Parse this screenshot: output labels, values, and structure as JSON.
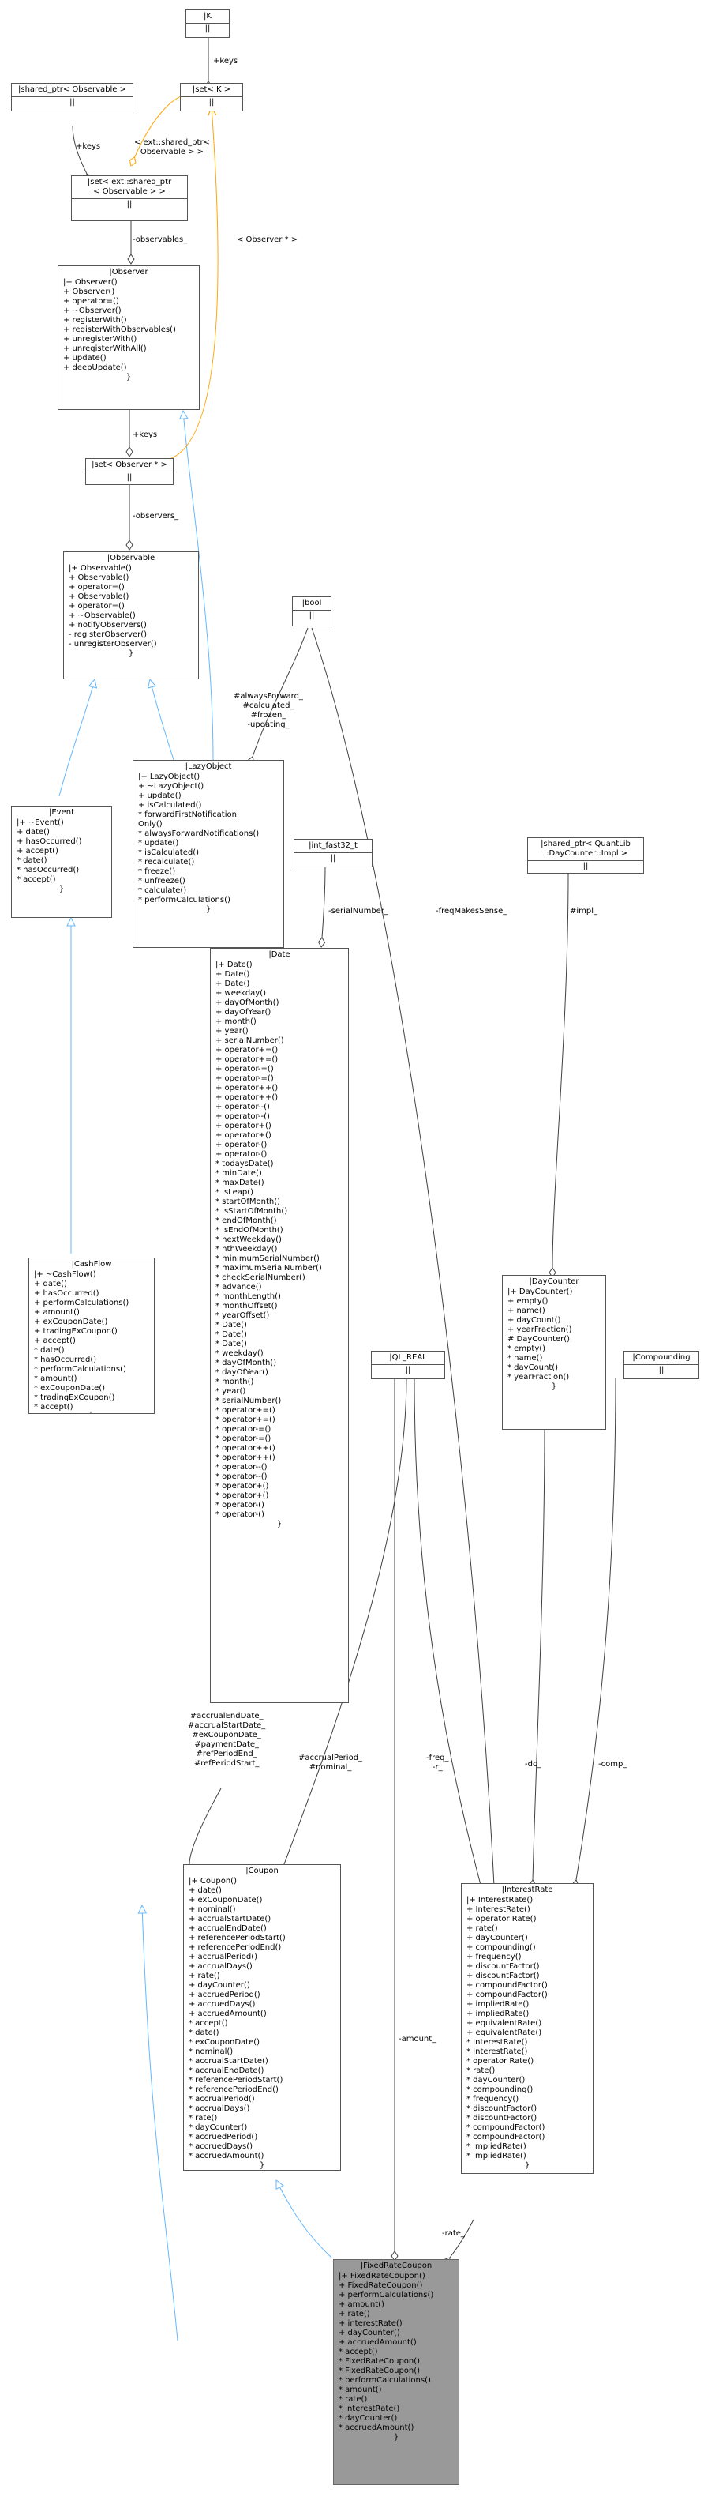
{
  "nodes": {
    "k": {
      "title": "|K",
      "members": []
    },
    "set_k": {
      "title": "|set< K >",
      "members": []
    },
    "sp_observable": {
      "title": "|shared_ptr< Observable >",
      "members": []
    },
    "set_ext_sp": {
      "title": "|set< ext::shared_ptr\n< Observable > >",
      "members": []
    },
    "observer": {
      "title": "|Observer",
      "members": [
        "|+ Observer()",
        "+ Observer()",
        "+ operator=()",
        "+ ~Observer()",
        "+ registerWith()",
        "+ registerWithObservables()",
        "+ unregisterWith()",
        "+ unregisterWithAll()",
        "+ update()",
        "+ deepUpdate()"
      ]
    },
    "set_observer_ptr": {
      "title": "|set< Observer * >",
      "members": []
    },
    "observable": {
      "title": "|Observable",
      "members": [
        "|+ Observable()",
        "+ Observable()",
        "+ operator=()",
        "+ Observable()",
        "+ operator=()",
        "+ ~Observable()",
        "+ notifyObservers()",
        "- registerObserver()",
        "- unregisterObserver()"
      ]
    },
    "bool": {
      "title": "|bool",
      "members": []
    },
    "event": {
      "title": "|Event",
      "members": [
        "|+ ~Event()",
        "+ date()",
        "+ hasOccurred()",
        "+ accept()",
        "* date()",
        "* hasOccurred()",
        "* accept()"
      ]
    },
    "lazyobject": {
      "title": "|LazyObject",
      "members": [
        "|+ LazyObject()",
        "+ ~LazyObject()",
        "+ update()",
        "+ isCalculated()",
        "* forwardFirstNotification",
        "Only()",
        "* alwaysForwardNotifications()",
        "* update()",
        "* isCalculated()",
        "* recalculate()",
        "* freeze()",
        "* unfreeze()",
        "* calculate()",
        "* performCalculations()"
      ]
    },
    "int_fast32": {
      "title": "|int_fast32_t",
      "members": []
    },
    "sp_daycounter_impl": {
      "title": "|shared_ptr< QuantLib\n::DayCounter::Impl >",
      "members": []
    },
    "date": {
      "title": "|Date",
      "members": [
        "|+ Date()",
        "+ Date()",
        "+ Date()",
        "+ weekday()",
        "+ dayOfMonth()",
        "+ dayOfYear()",
        "+ month()",
        "+ year()",
        "+ serialNumber()",
        "+ operator+=()",
        "+ operator+=()",
        "+ operator-=()",
        "+ operator-=()",
        "+ operator++()",
        "+ operator++()",
        "+ operator--()",
        "+ operator--()",
        "+ operator+()",
        "+ operator+()",
        "+ operator-()",
        "+ operator-()",
        "* todaysDate()",
        "* minDate()",
        "* maxDate()",
        "* isLeap()",
        "* startOfMonth()",
        "* isStartOfMonth()",
        "* endOfMonth()",
        "* isEndOfMonth()",
        "* nextWeekday()",
        "* nthWeekday()",
        "* minimumSerialNumber()",
        "* maximumSerialNumber()",
        "* checkSerialNumber()",
        "* advance()",
        "* monthLength()",
        "* monthOffset()",
        "* yearOffset()",
        "* Date()",
        "* Date()",
        "* Date()",
        "* weekday()",
        "* dayOfMonth()",
        "* dayOfYear()",
        "* month()",
        "* year()",
        "* serialNumber()",
        "* operator+=()",
        "* operator+=()",
        "* operator-=()",
        "* operator-=()",
        "* operator++()",
        "* operator++()",
        "* operator--()",
        "* operator--()",
        "* operator+()",
        "* operator+()",
        "* operator-()",
        "* operator-()"
      ]
    },
    "cashflow": {
      "title": "|CashFlow",
      "members": [
        "|+ ~CashFlow()",
        "+ date()",
        "+ hasOccurred()",
        "+ performCalculations()",
        "+ amount()",
        "+ exCouponDate()",
        "+ tradingExCoupon()",
        "+ accept()",
        "* date()",
        "* hasOccurred()",
        "* performCalculations()",
        "* amount()",
        "* exCouponDate()",
        "* tradingExCoupon()",
        "* accept()"
      ]
    },
    "ql_real": {
      "title": "|QL_REAL",
      "members": []
    },
    "daycounter": {
      "title": "|DayCounter",
      "members": [
        "|+ DayCounter()",
        "+ empty()",
        "+ name()",
        "+ dayCount()",
        "+ yearFraction()",
        "# DayCounter()",
        "* empty()",
        "* name()",
        "* dayCount()",
        "* yearFraction()"
      ]
    },
    "compounding": {
      "title": "|Compounding",
      "members": []
    },
    "coupon": {
      "title": "|Coupon",
      "members": [
        "|+ Coupon()",
        "+ date()",
        "+ exCouponDate()",
        "+ nominal()",
        "+ accrualStartDate()",
        "+ accrualEndDate()",
        "+ referencePeriodStart()",
        "+ referencePeriodEnd()",
        "+ accrualPeriod()",
        "+ accrualDays()",
        "+ rate()",
        "+ dayCounter()",
        "+ accruedPeriod()",
        "+ accruedDays()",
        "+ accruedAmount()",
        "* accept()",
        "* date()",
        "* exCouponDate()",
        "* nominal()",
        "* accrualStartDate()",
        "* accrualEndDate()",
        "* referencePeriodStart()",
        "* referencePeriodEnd()",
        "* accrualPeriod()",
        "* accrualDays()",
        "* rate()",
        "* dayCounter()",
        "* accruedPeriod()",
        "* accruedDays()",
        "* accruedAmount()"
      ]
    },
    "interestrate": {
      "title": "|InterestRate",
      "members": [
        "|+ InterestRate()",
        "+ InterestRate()",
        "+ operator Rate()",
        "+ rate()",
        "+ dayCounter()",
        "+ compounding()",
        "+ frequency()",
        "+ discountFactor()",
        "+ discountFactor()",
        "+ compoundFactor()",
        "+ compoundFactor()",
        "+ impliedRate()",
        "+ impliedRate()",
        "+ equivalentRate()",
        "+ equivalentRate()",
        "* InterestRate()",
        "* InterestRate()",
        "* operator Rate()",
        "* rate()",
        "* dayCounter()",
        "* compounding()",
        "* frequency()",
        "* discountFactor()",
        "* discountFactor()",
        "* compoundFactor()",
        "* compoundFactor()",
        "* impliedRate()",
        "* impliedRate()"
      ]
    },
    "fixedratecoupon": {
      "title": "|FixedRateCoupon",
      "members": [
        "|+ FixedRateCoupon()",
        "+ FixedRateCoupon()",
        "+ performCalculations()",
        "+ amount()",
        "+ rate()",
        "+ interestRate()",
        "+ dayCounter()",
        "+ accruedAmount()",
        "* accept()",
        "* FixedRateCoupon()",
        "* FixedRateCoupon()",
        "* performCalculations()",
        "* amount()",
        "* rate()",
        "* interestRate()",
        "* dayCounter()",
        "* accruedAmount()"
      ]
    }
  },
  "edge_labels": {
    "keys_k": "+keys",
    "ext_sp": "< ext::shared_ptr<\nObservable > >",
    "keys_sp": "+keys",
    "observables": "-observables_",
    "observer_ptr": "< Observer * >",
    "keys_observer": "+keys",
    "observers": "-observers_",
    "lazy_flags": "#alwaysForward_\n#calculated_\n#frozen_\n-updating_",
    "serial_number": "-serialNumber_",
    "freq_makes_sense": "-freqMakesSense_",
    "impl": "#impl_",
    "accrual_dates": "#accrualEndDate_\n#accrualStartDate_\n#exCouponDate_\n#paymentDate_\n#refPeriodEnd_\n#refPeriodStart_",
    "accrual_period": "#accrualPeriod_\n#nominal_",
    "freq_r": "-freq_\n-r_",
    "dc": "-dc_",
    "comp": "-comp_",
    "amount": "-amount_",
    "rate": "-rate_"
  },
  "colors": {
    "inheritance": "#63b8ff",
    "template": "#ffa500",
    "association": "#404040",
    "highlight_fill": "#999999"
  }
}
